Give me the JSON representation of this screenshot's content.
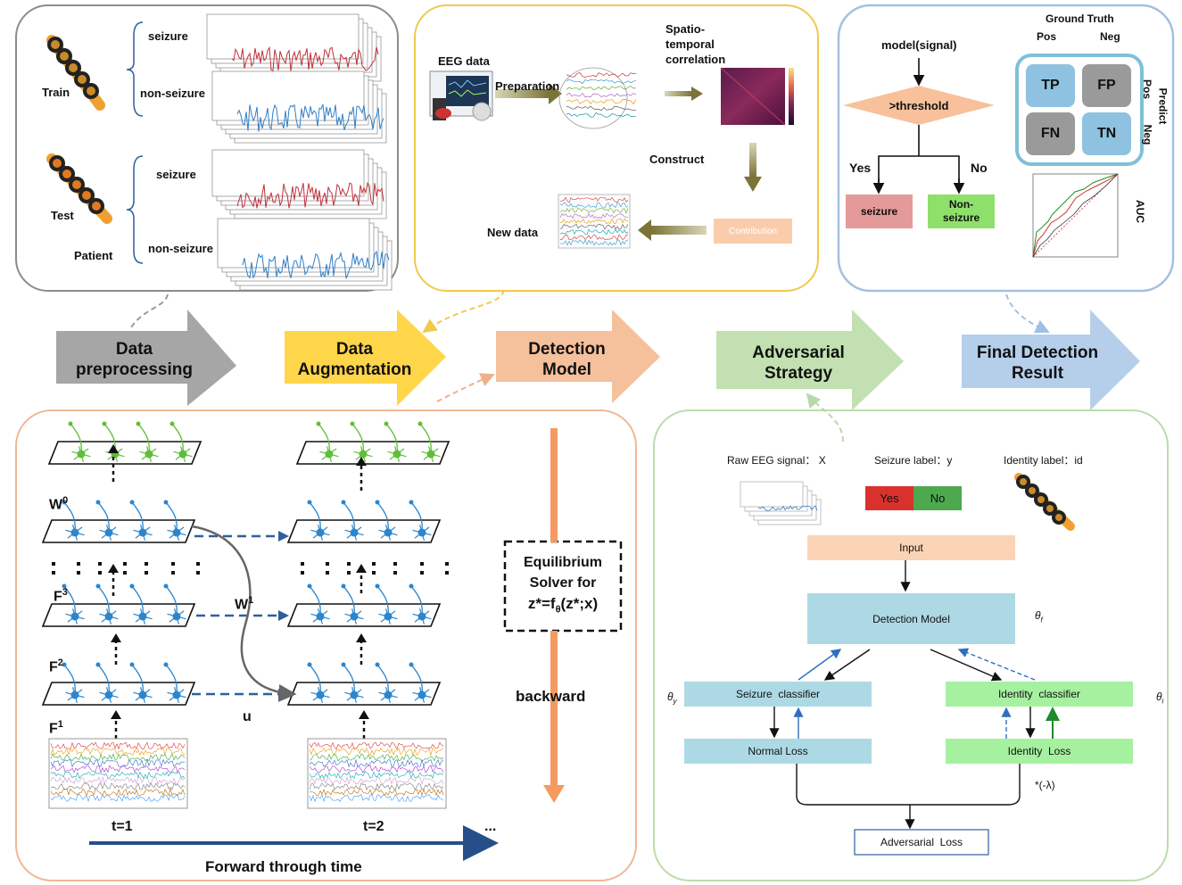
{
  "colors": {
    "gray": "#a5a5a5",
    "yellow": "#ffd54a",
    "orange": "#f5c09c",
    "green": "#bfdfb0",
    "blue": "#b4cde9",
    "neuron_blue": "#2a86cf",
    "neuron_green": "#5fbf3a",
    "light_blue_box": "#add9e5",
    "light_green_box": "#a6f1a0",
    "input_box": "#fbd3b5"
  },
  "stages": [
    {
      "line1": "Data",
      "line2": "preprocessing"
    },
    {
      "line1": "Data",
      "line2": "Augmentation"
    },
    {
      "line1": "Detection",
      "line2": "Model"
    },
    {
      "line1": "Adversarial",
      "line2": "Strategy"
    },
    {
      "line1": "Final Detection",
      "line2": "Result"
    }
  ],
  "preprocessing": {
    "train": "Train",
    "test": "Test",
    "patient": "Patient",
    "seizure": "seizure",
    "non_seizure": "non-seizure"
  },
  "augmentation": {
    "eeg_data": "EEG data",
    "preparation": "Preparation",
    "spatio_l1": "Spatio-",
    "spatio_l2": "temporal",
    "spatio_l3": "correlation",
    "construct": "Construct",
    "contribution": "Contribution",
    "new_data": "New data"
  },
  "result": {
    "model_signal": "model(signal)",
    "threshold": ">threshold",
    "yes": "Yes",
    "no": "No",
    "seizure": "seizure",
    "non_seizure_l1": "Non-",
    "non_seizure_l2": "seizure",
    "ground_truth": "Ground Truth",
    "pos": "Pos",
    "neg": "Neg",
    "predict": "Predict",
    "tp": "TP",
    "fp": "FP",
    "fn": "FN",
    "tn": "TN",
    "auc": "AUC"
  },
  "detection": {
    "w0": "W",
    "w0_sup": "0",
    "w1": "W",
    "w1_sup": "1",
    "f3": "F",
    "f3_sup": "3",
    "f2": "F",
    "f2_sup": "2",
    "f1": "F",
    "f1_sup": "1",
    "u": "u",
    "solver_l1": "Equilibrium",
    "solver_l2": "Solver for",
    "solver_l3": "z*=f",
    "solver_sub": "θ",
    "solver_l3b": "(z*;x)",
    "backward": "backward",
    "t1": "t=1",
    "t2": "t=2",
    "ellipsis": "...",
    "forward": "Forward through time"
  },
  "adversarial": {
    "raw_eeg": "Raw EEG signal： X",
    "seizure_label": "Seizure label：y",
    "identity_label": "Identity label：id",
    "yes": "Yes",
    "no": "No",
    "input": "Input",
    "detection_model": "Detection Model",
    "theta_f": "θ",
    "theta_f_sub": "f",
    "theta_y": "θ",
    "theta_y_sub": "y",
    "theta_i": "θ",
    "theta_i_sub": "i",
    "seizure_classifier": "Seizure  classifier",
    "identity_classifier": "Identity  classifier",
    "normal_loss": "Normal Loss",
    "identity_loss": "Identity  Loss",
    "lambda": "*(-λ)",
    "adversarial_loss": "Adversarial  Loss"
  }
}
